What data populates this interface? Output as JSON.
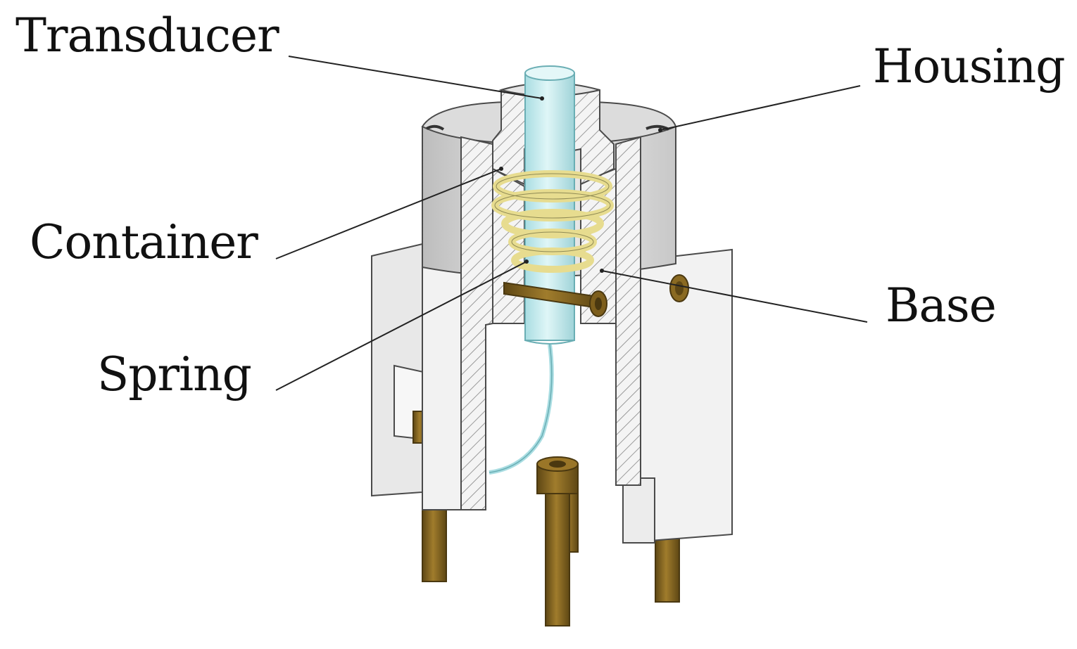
{
  "labels": {
    "transducer": "Transducer",
    "housing": "Housing",
    "container": "Container",
    "base": "Base",
    "spring": "Spring"
  },
  "colors": {
    "housing_light": "#eeeeee",
    "housing_mid": "#d6d6d6",
    "housing_dark": "#bdbdbd",
    "bracket": "#f2f2f2",
    "transducer": "#c7ecef",
    "transducer_dark": "#9fd3d8",
    "spring": "#efe7a2",
    "bolt": "#8a6a22",
    "bolt_dark": "#5e4714",
    "hatch": "#9a9a9a",
    "outline": "#4a4a4a",
    "leader": "#222222"
  }
}
